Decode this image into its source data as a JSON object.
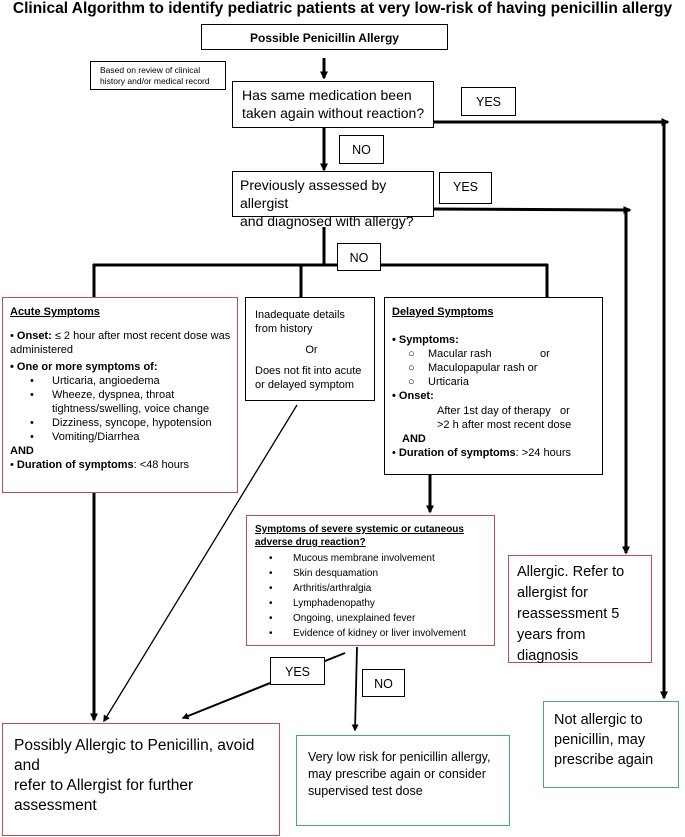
{
  "title": "Clinical Algorithm to identify pediatric patients at very low-risk of having penicillin allergy",
  "note": {
    "line1": "Based on review of clinical",
    "line2": "history and/or medical record"
  },
  "start": {
    "text": "Possible Penicillin Allergy"
  },
  "q1": {
    "line1": "Has same medication been",
    "line2": "taken again without reaction?"
  },
  "q2": {
    "line1": "Previously assessed by allergist",
    "line2": "and diagnosed with allergy?"
  },
  "labels": {
    "q1_yes": "YES",
    "q1_no": "NO",
    "q2_yes": "YES",
    "q2_no": "NO",
    "q3_yes": "YES",
    "q3_no": "NO"
  },
  "acute": {
    "heading": "Acute Symptoms",
    "onset_label": "Onset:",
    "onset_text": " ≤ 2 hour after most recent dose was administered",
    "symptoms_label": "One or more symptoms of:",
    "symptoms": [
      "Urticaria, angioedema",
      "Wheeze, dyspnea, throat tightness/swelling, voice change",
      "Dizziness, syncope, hypotension",
      "Vomiting/Diarrhea"
    ],
    "and": "AND",
    "duration_label": "Duration of symptoms",
    "duration_text": ":  <48 hours"
  },
  "inadequate": {
    "line1": "Inadequate details",
    "line2": "from history",
    "or": "Or",
    "line3": "Does not fit into acute",
    "line4": "or delayed symptom"
  },
  "delayed": {
    "heading": "Delayed Symptoms",
    "symptoms_label": "Symptoms:",
    "symptoms": [
      {
        "text": "Macular rash",
        "suffix": "or"
      },
      {
        "text": "Maculopapular rash or",
        "suffix": ""
      },
      {
        "text": "Urticaria",
        "suffix": ""
      }
    ],
    "onset_label": "Onset:",
    "onset_line1": "After 1st day of therapy",
    "onset_or": "or",
    "onset_line2": ">2 h after most recent dose",
    "and": "AND",
    "duration_label": "Duration of symptoms",
    "duration_text": ":  >24 hours"
  },
  "severe": {
    "heading": "Symptoms of severe systemic or cutaneous adverse drug reaction?",
    "items": [
      "Mucous membrane involvement",
      "Skin desquamation",
      "Arthritis/arthralgia",
      "Lymphadenopathy",
      "Ongoing, unexplained fever",
      "Evidence of kidney or liver involvement"
    ]
  },
  "allergic_refer": {
    "text": "Allergic. Refer to allergist for reassessment 5 years from diagnosis"
  },
  "possibly_allergic": {
    "line1": "Possibly Allergic to Penicillin, avoid",
    "line2": "and",
    "line3": "refer to Allergist for further",
    "line4": "assessment"
  },
  "very_low_risk": {
    "text": "Very low risk for penicillin allergy, may prescribe again or consider supervised test dose"
  },
  "not_allergic": {
    "text": "Not allergic to penicillin, may prescribe again"
  },
  "colors": {
    "red_border": "#c0504d",
    "green_border": "#3fb26a",
    "black": "#000000"
  }
}
